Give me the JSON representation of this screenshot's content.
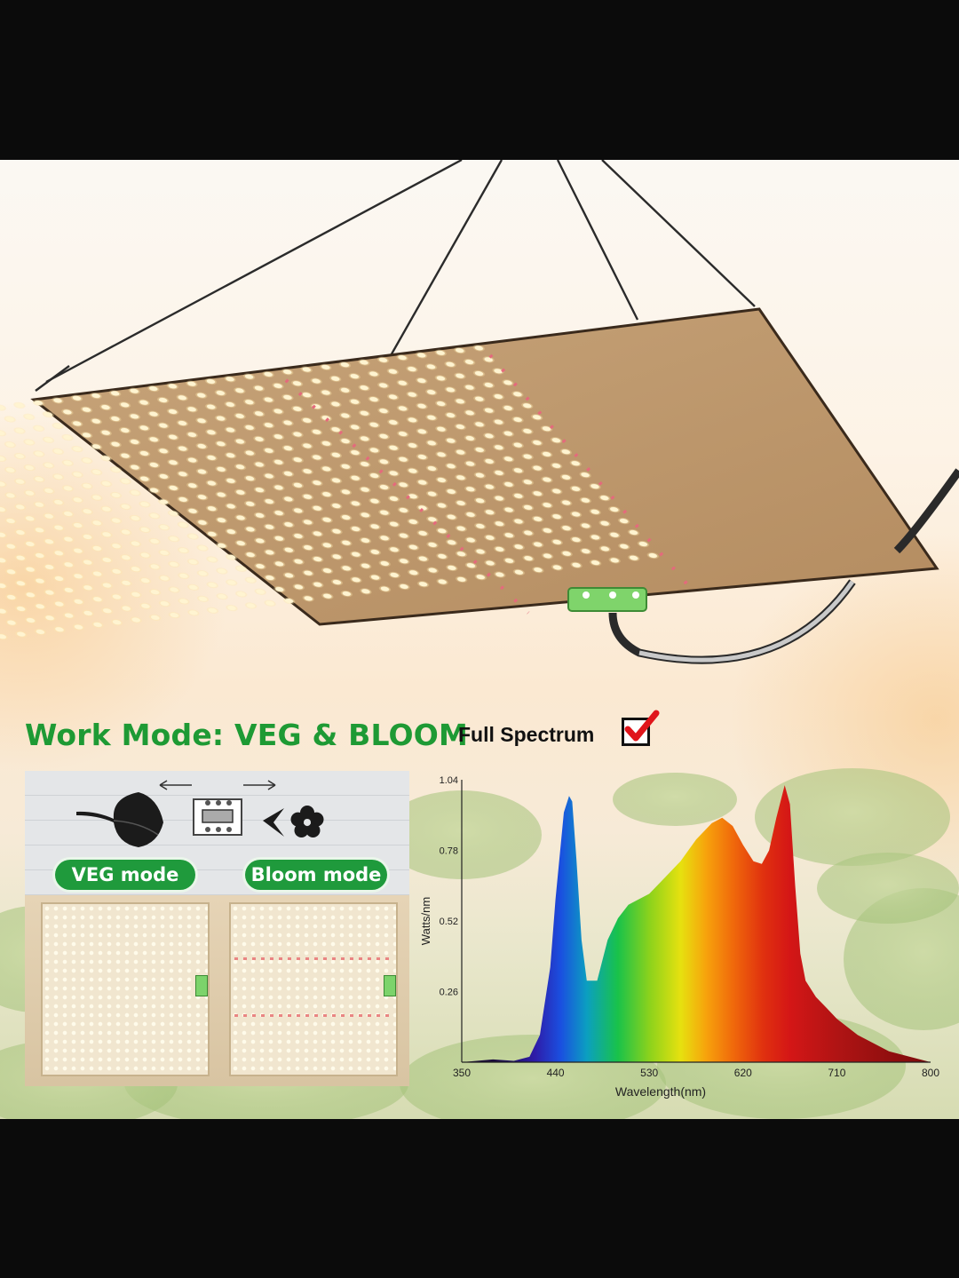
{
  "headings": {
    "work_mode": "Work Mode: VEG & BLOOM",
    "full_spectrum": "Full Spectrum"
  },
  "icons": [
    "leaf-icon",
    "flower-icon",
    "switch-icon",
    "checkmark-icon",
    "arrow-left-icon",
    "arrow-right-icon"
  ],
  "modes": {
    "veg_label": "VEG mode",
    "bloom_label": "Bloom mode"
  },
  "colors": {
    "brand_green": "#1e9a34",
    "pill_green": "#1f9a3c",
    "check_red": "#e0151b"
  },
  "chart_data": {
    "type": "area",
    "xlabel": "Wavelength(nm)",
    "ylabel": "Watts/nm",
    "x_ticks": [
      "350",
      "440",
      "530",
      "620",
      "710",
      "800"
    ],
    "y_ticks": [
      "0.26",
      "0.52",
      "0.78",
      "1.04"
    ],
    "xlim": [
      350,
      800
    ],
    "ylim": [
      0,
      1.04
    ],
    "x": [
      350,
      380,
      400,
      415,
      425,
      435,
      440,
      448,
      453,
      456,
      460,
      465,
      470,
      480,
      490,
      500,
      510,
      520,
      530,
      545,
      560,
      575,
      590,
      600,
      610,
      620,
      630,
      638,
      645,
      652,
      660,
      665,
      670,
      675,
      680,
      690,
      700,
      710,
      730,
      760,
      800
    ],
    "y": [
      0.0,
      0.01,
      0.005,
      0.02,
      0.1,
      0.35,
      0.6,
      0.92,
      0.98,
      0.96,
      0.75,
      0.45,
      0.3,
      0.3,
      0.45,
      0.53,
      0.58,
      0.6,
      0.62,
      0.68,
      0.74,
      0.82,
      0.88,
      0.9,
      0.87,
      0.8,
      0.74,
      0.73,
      0.78,
      0.9,
      1.02,
      0.95,
      0.65,
      0.4,
      0.3,
      0.24,
      0.2,
      0.16,
      0.1,
      0.04,
      0.0
    ]
  }
}
